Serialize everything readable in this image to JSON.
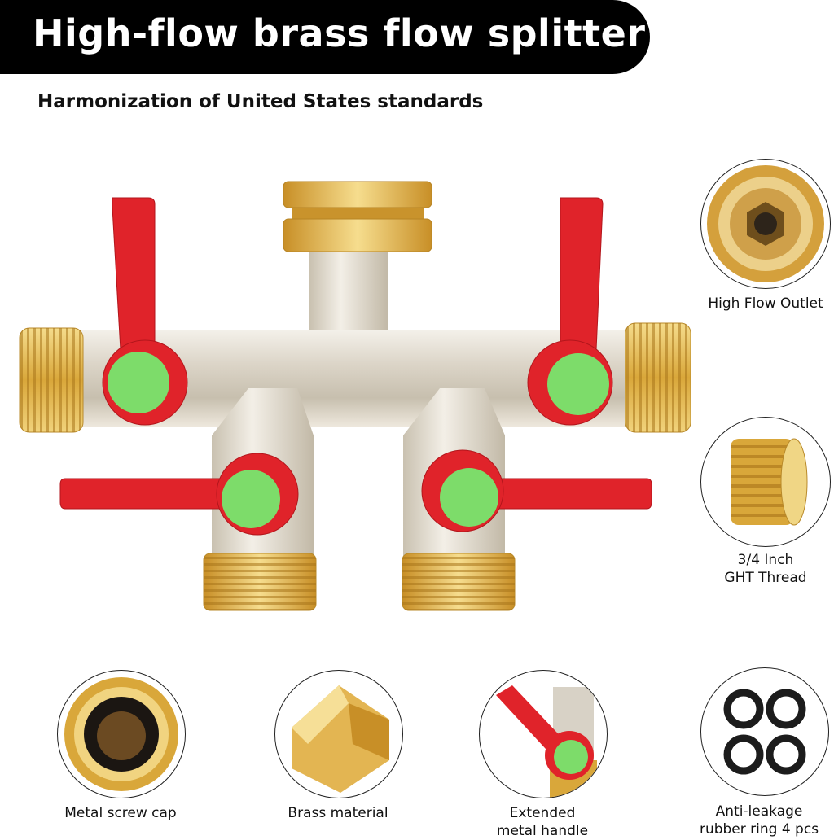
{
  "header": {
    "title": "High-flow brass flow splitter",
    "subtitle": "Harmonization of United States standards"
  },
  "features": {
    "high_flow_outlet": "High Flow Outlet",
    "thread_line1": "3/4 Inch",
    "thread_line2": "GHT Thread",
    "metal_screw_cap": "Metal screw cap",
    "brass_material": "Brass material",
    "handle_line1": "Extended",
    "handle_line2": "metal handle",
    "ring_line1": "Anti-leakage",
    "ring_line2": "rubber ring 4 pcs"
  },
  "colors": {
    "banner": "#000000",
    "brass": "#d9a73a",
    "chrome": "#d8d2c6",
    "handle": "#e0232a",
    "knob": "#7ddc6a"
  }
}
